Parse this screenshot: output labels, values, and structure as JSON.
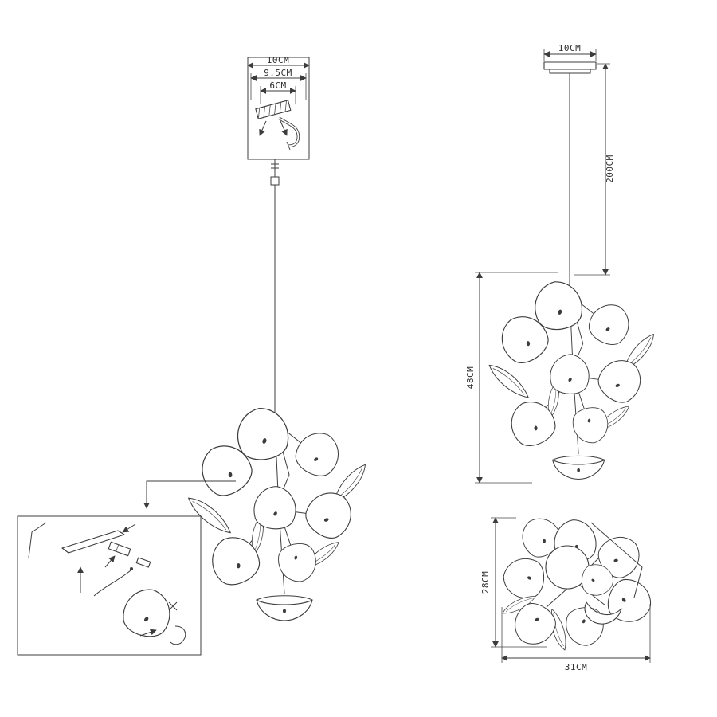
{
  "colors": {
    "background": "#ffffff",
    "line": "#3c3c3c",
    "text": "#2e2e2e"
  },
  "views": {
    "canopy_detail": {
      "dim_outer_width": "10CM",
      "dim_inner_width": "9.5CM",
      "dim_hole_spacing": "6CM"
    },
    "side_elevation": {
      "dim_canopy_width": "10CM",
      "dim_cable_length": "200CM",
      "dim_fixture_height": "48CM"
    },
    "plan": {
      "dim_depth": "28CM",
      "dim_width": "31CM"
    }
  }
}
